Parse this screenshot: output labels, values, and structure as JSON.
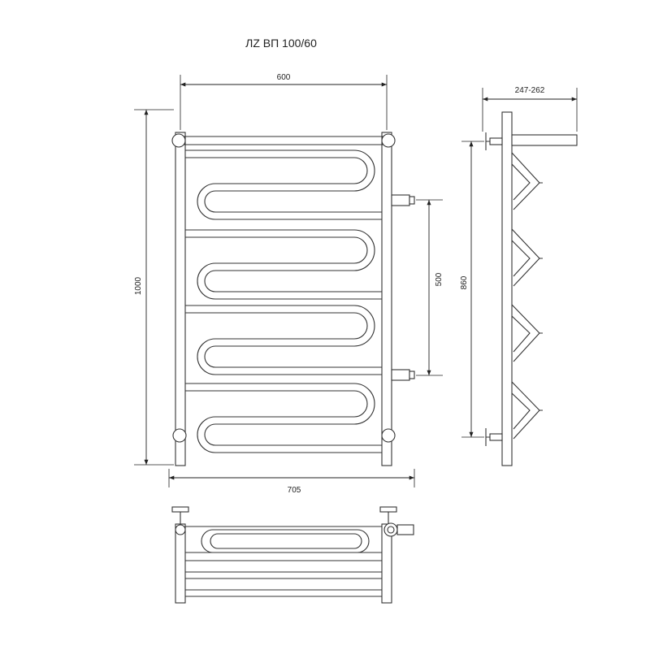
{
  "title": "ЛZ ВП 100/60",
  "dimensions": {
    "top_width": "600",
    "total_height": "1000",
    "total_width": "705",
    "connection_distance": "500",
    "side_height": "860",
    "wall_offset": "247-262"
  }
}
